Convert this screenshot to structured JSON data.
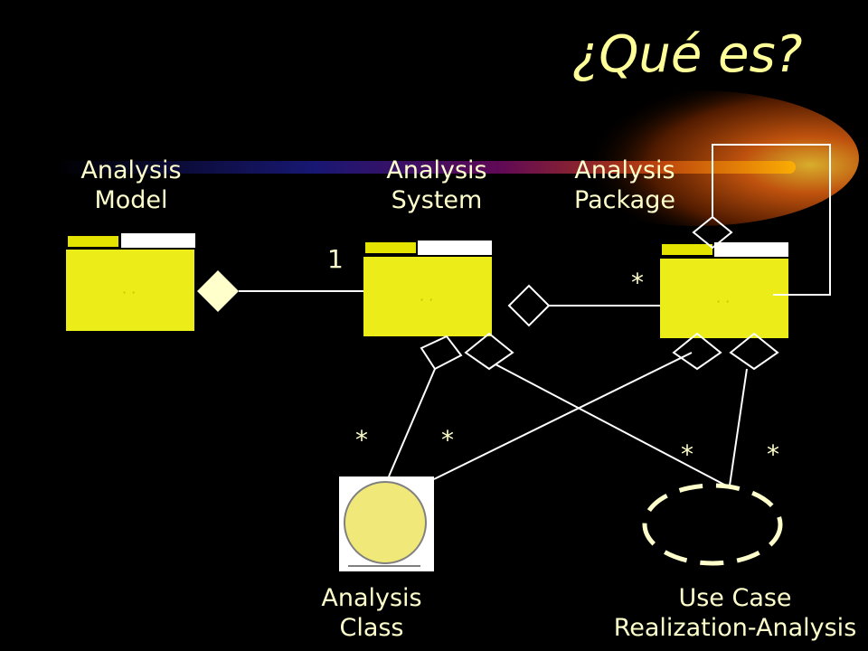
{
  "title": "¿Qué es?",
  "labels": {
    "analysis_model": [
      "Analysis",
      "Model"
    ],
    "analysis_system": [
      "Analysis",
      "System"
    ],
    "analysis_package": [
      "Analysis",
      "Package"
    ],
    "analysis_class": [
      "Analysis",
      "Class"
    ],
    "use_case_realization": [
      "Use Case",
      "Realization-Analysis"
    ]
  },
  "multiplicities": {
    "model_system": "1",
    "system_package": "*",
    "class_left": "*",
    "class_right": "*",
    "usecase_left": "*",
    "usecase_right": "*"
  },
  "colors": {
    "background": "#000000",
    "package_fill": "#ecec18",
    "class_fill": "#f0e878",
    "text": "#ffffcc",
    "line": "#ffffff",
    "glow": "#ff9900"
  },
  "icons": [
    "package-icon",
    "analysis-class-icon",
    "use-case-realization-icon",
    "aggregation-diamond-icon"
  ]
}
